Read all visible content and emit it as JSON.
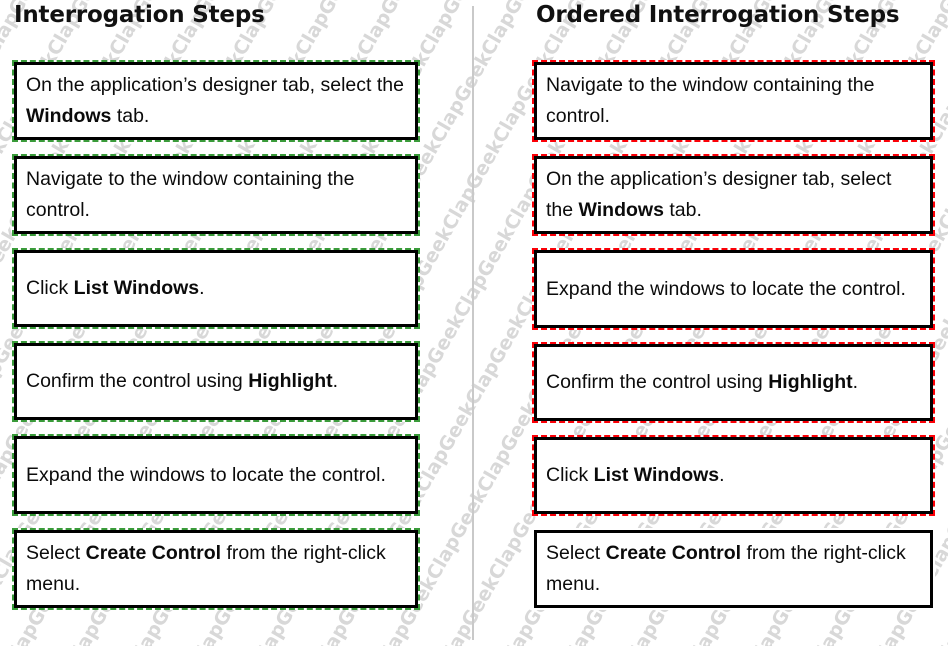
{
  "colors": {
    "accent_green": "#3a9b3a",
    "accent_red": "#fb0007",
    "box_border": "#000000",
    "divider": "#c9c9c9",
    "text": "#0b0b0b",
    "watermark": "#d8d8d8",
    "background": "#ffffff"
  },
  "watermark": {
    "text": "ClapGeek",
    "repeat_text": "ClapGeekClapGeekClapGeekClapGeekClapGeekClapGeekClapGeekClapGeekClapGeekClapGeekClapGeekClapGeek"
  },
  "left_column": {
    "title": "Interrogation Steps",
    "accent": "green",
    "steps": [
      {
        "id": "step-designer-tab",
        "accent": "green",
        "lines": 2,
        "segments": [
          {
            "text": "On the application’s designer tab, select the ",
            "bold": false
          },
          {
            "text": "Windows",
            "bold": true
          },
          {
            "text": " tab.",
            "bold": false
          }
        ],
        "plain": "On the application’s designer tab, select the Windows tab."
      },
      {
        "id": "step-navigate-window",
        "accent": "green",
        "lines": 2,
        "segments": [
          {
            "text": "Navigate to the window containing the control.",
            "bold": false
          }
        ],
        "plain": "Navigate to the window containing the control."
      },
      {
        "id": "step-click-list-windows",
        "accent": "green",
        "lines": 1,
        "segments": [
          {
            "text": "Click ",
            "bold": false
          },
          {
            "text": "List Windows",
            "bold": true
          },
          {
            "text": ".",
            "bold": false
          }
        ],
        "plain": "Click List Windows."
      },
      {
        "id": "step-confirm-highlight",
        "accent": "green",
        "lines": 1,
        "segments": [
          {
            "text": "Confirm the control using ",
            "bold": false
          },
          {
            "text": "Highlight",
            "bold": true
          },
          {
            "text": ".",
            "bold": false
          }
        ],
        "plain": "Confirm the control using Highlight."
      },
      {
        "id": "step-expand-windows",
        "accent": "green",
        "lines": 2,
        "segments": [
          {
            "text": "Expand the windows to locate the control.",
            "bold": false
          }
        ],
        "plain": "Expand the windows to locate the control."
      },
      {
        "id": "step-create-control",
        "accent": "green",
        "lines": 2,
        "segments": [
          {
            "text": "Select ",
            "bold": false
          },
          {
            "text": "Create Control",
            "bold": true
          },
          {
            "text": " from the right-click menu.",
            "bold": false
          }
        ],
        "plain": "Select Create Control from the right-click menu."
      }
    ]
  },
  "right_column": {
    "title": "Ordered Interrogation Steps",
    "accent": "red",
    "steps": [
      {
        "id": "ordered-step-navigate-window",
        "accent": "red",
        "lines": 2,
        "segments": [
          {
            "text": "Navigate to the window containing the control.",
            "bold": false
          }
        ],
        "plain": "Navigate to the window containing the control."
      },
      {
        "id": "ordered-step-designer-tab",
        "accent": "red",
        "lines": 2,
        "segments": [
          {
            "text": "On the application’s designer tab, select the ",
            "bold": false
          },
          {
            "text": "Windows",
            "bold": true
          },
          {
            "text": " tab.",
            "bold": false
          }
        ],
        "plain": "On the application’s designer tab, select the Windows tab."
      },
      {
        "id": "ordered-step-expand-windows",
        "accent": "red",
        "lines": 2,
        "segments": [
          {
            "text": "Expand the windows to locate the control.",
            "bold": false
          }
        ],
        "plain": "Expand the windows to locate the control."
      },
      {
        "id": "ordered-step-confirm-highlight",
        "accent": "red",
        "lines": 1,
        "segments": [
          {
            "text": "Confirm the control using ",
            "bold": false
          },
          {
            "text": "Highlight",
            "bold": true
          },
          {
            "text": ".",
            "bold": false
          }
        ],
        "plain": "Confirm the control using Highlight."
      },
      {
        "id": "ordered-step-click-list-windows",
        "accent": "red",
        "lines": 1,
        "segments": [
          {
            "text": "Click ",
            "bold": false
          },
          {
            "text": "List Windows",
            "bold": true
          },
          {
            "text": ".",
            "bold": false
          }
        ],
        "plain": "Click List Windows."
      },
      {
        "id": "ordered-step-create-control",
        "accent": "none",
        "lines": 2,
        "segments": [
          {
            "text": "Select ",
            "bold": false
          },
          {
            "text": "Create Control",
            "bold": true
          },
          {
            "text": " from the right-click menu.",
            "bold": false
          }
        ],
        "plain": "Select Create Control from the right-click menu."
      }
    ]
  }
}
